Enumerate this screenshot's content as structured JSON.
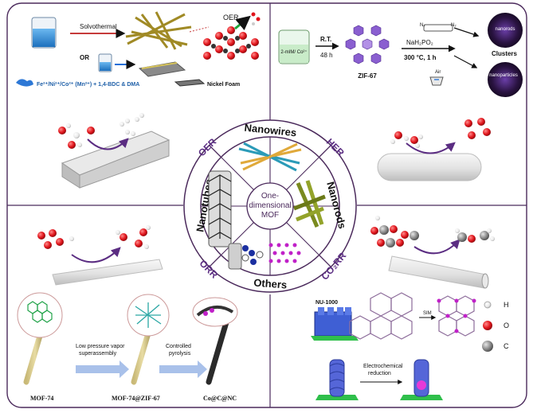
{
  "center": {
    "line1": "One-",
    "line2": "dimensional",
    "line3": "MOF"
  },
  "ring": {
    "nanowires": "Nanowires",
    "nanorods": "Nanorods",
    "nanotubes": "Nanotubes",
    "others": "Others"
  },
  "reactions": {
    "oer": "OER",
    "her": "HER",
    "orr": "ORR",
    "co2rr": "CO₂RR"
  },
  "panel_tl": {
    "solvothermal": "Solvothermal",
    "or": "OR",
    "oer": "OER",
    "precursor": "Fe²⁺/Ni²⁺/Co²⁺ (Mn²⁺) + 1,4-BDC & DMA",
    "foam": "Nickel Foam"
  },
  "panel_tr": {
    "beaker": "2-mIM/ Co²⁺",
    "rt": "R.T.",
    "time": "48 h",
    "product": "ZIF-67",
    "reagent": "NaH₂PO₂",
    "condition": "300 °C, 1 h",
    "n2a": "N₂",
    "n2b": "N₂",
    "air": "Air",
    "nanorods": "nanorods",
    "clusters": "Clusters",
    "nanoparticles": "nanoparticles"
  },
  "panel_bl": {
    "step1": "Low pressure vapor",
    "step1b": "superassembly",
    "step2": "Controlled",
    "step2b": "pyrolysis",
    "mof74": "MOF-74",
    "composite": "MOF-74@ZIF-67",
    "final": "Co@C@NC"
  },
  "panel_br": {
    "nu": "NU-1000",
    "sim": "SIM",
    "echem1": "Electrochemical",
    "echem2": "reduction",
    "legend_h": "H",
    "legend_o": "O",
    "legend_c": "C"
  },
  "colors": {
    "border": "#4b2a5c",
    "purple": "#5b2d82",
    "red": "#e0141b",
    "blue": "#1e6fd8",
    "teal": "#2aa7a4",
    "olive": "#7a8a1f"
  }
}
